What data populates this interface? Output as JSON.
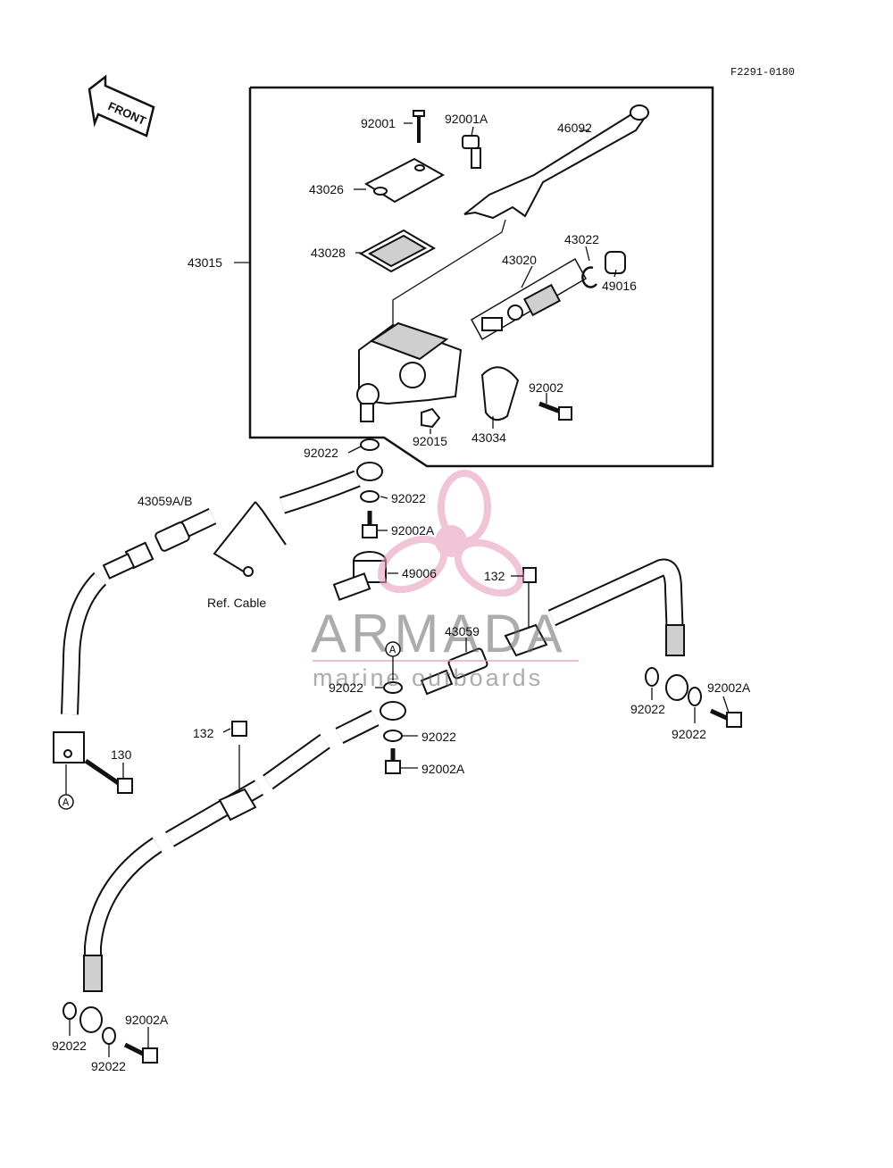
{
  "figure_code": "F2291-0180",
  "front_arrow_label": "FRONT",
  "ref_cable_label": "Ref. Cable",
  "circle_marker": "A",
  "watermark": {
    "brand": "ARMADA",
    "tagline": "marine outboards",
    "logo_color": "#e8a0bf"
  },
  "labels": {
    "p92001": "92001",
    "p92001A": "92001A",
    "p46092": "46092",
    "p43026": "43026",
    "p43028": "43028",
    "p43015": "43015",
    "p43022": "43022",
    "p43020": "43020",
    "p49016": "49016",
    "p92002": "92002",
    "p92015": "92015",
    "p43034": "43034",
    "p92022_top": "92022",
    "p43059AB": "43059A/B",
    "p92022_b": "92022",
    "p92002A_b": "92002A",
    "p49006": "49006",
    "p132_a": "132",
    "p43059": "43059",
    "p92022_c": "92022",
    "p92022_d": "92022",
    "p92002A_d": "92002A",
    "p92022_r1": "92022",
    "p92002A_r": "92002A",
    "p92022_r2": "92022",
    "p130": "130",
    "p132_b": "132",
    "p92022_l1": "92022",
    "p92002A_l": "92002A",
    "p92022_l2": "92022"
  }
}
